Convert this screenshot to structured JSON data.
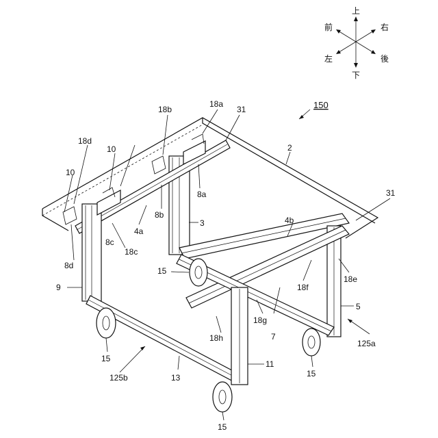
{
  "compass": {
    "up": "上",
    "down": "下",
    "front": "前",
    "back": "後",
    "left": "左",
    "right": "右"
  },
  "ref": {
    "assembly": "150",
    "plate": "2",
    "post_rear": "3",
    "beam_left": "4a",
    "beam_right": "4b",
    "post_right": "5",
    "cross_beam": "7",
    "post_left": "9",
    "post_front": "11",
    "beam_front": "13",
    "caster": "15",
    "clamp_top": "10",
    "bracket_8a": "8a",
    "bracket_8b": "8b",
    "bracket_8c": "8c",
    "bracket_8d": "8d",
    "pin_18a": "18a",
    "pin_18b": "18b",
    "pin_18c": "18c",
    "pin_18d": "18d",
    "pin_18e": "18e",
    "pin_18f": "18f",
    "pin_18g": "18g",
    "pin_18h": "18h",
    "bolt": "31",
    "unit_a": "125a",
    "unit_b": "125b"
  }
}
